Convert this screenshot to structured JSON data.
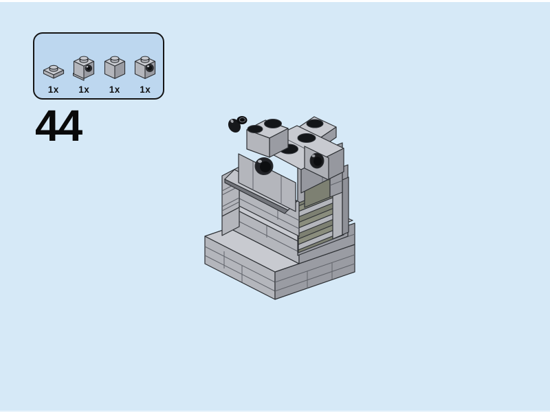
{
  "page": {
    "background": "#d6e9f7",
    "top_edge_color": "#fdfeff"
  },
  "step_number": "44",
  "parts_panel": {
    "fill": "#bdd7ef",
    "border_color": "#151515",
    "parts": [
      {
        "icon": "plate-1x1-icon",
        "count": "1x"
      },
      {
        "icon": "brick-1x1-headlight-icon",
        "count": "1x"
      },
      {
        "icon": "brick-1x1-icon",
        "count": "1x"
      },
      {
        "icon": "brick-1x1-side-stud-icon",
        "count": "1x"
      }
    ]
  },
  "model": {
    "name": "lego-assembly-render-step-44",
    "description": "Isometric render of partially built light-gray LEGO model with stepped base, open shelf column on right, inverted slope on left, black studs on top, headlight side stud and technic hole, small black piece at top left",
    "palette": {
      "face_top": "#c8cad0",
      "face_left": "#b4b6bc",
      "face_right": "#9a9ca3",
      "interior_olive": "#7d8072",
      "stud_black": "#141619",
      "outline": "#2c2f33"
    }
  }
}
